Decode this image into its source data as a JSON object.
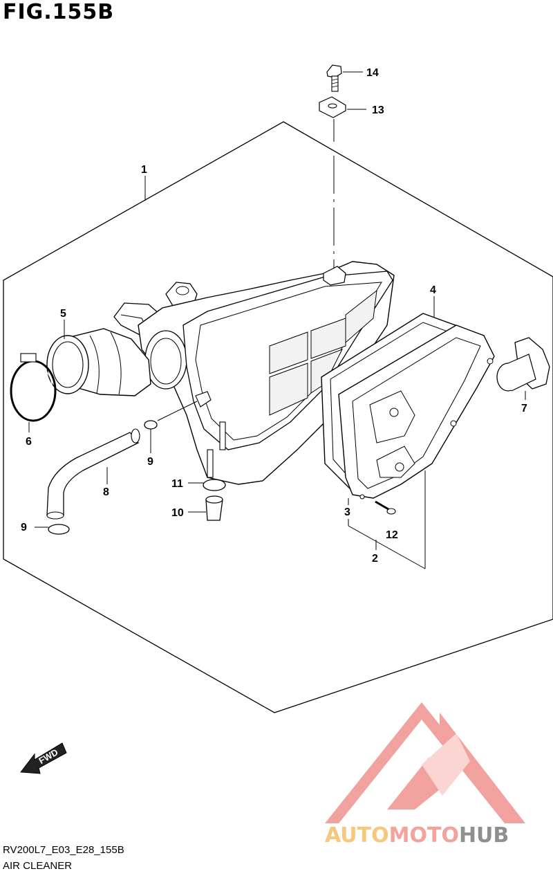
{
  "figure": {
    "title": "FIG.155B",
    "code": "RV200L7_E03_E28_155B",
    "caption": "AIR CLEANER"
  },
  "direction_badge": {
    "label": "FWD",
    "icon": "fwd-arrow-icon"
  },
  "callouts": [
    {
      "id": "c1",
      "label": "1"
    },
    {
      "id": "c2",
      "label": "2"
    },
    {
      "id": "c3",
      "label": "3"
    },
    {
      "id": "c4",
      "label": "4"
    },
    {
      "id": "c5",
      "label": "5"
    },
    {
      "id": "c6",
      "label": "6"
    },
    {
      "id": "c7",
      "label": "7"
    },
    {
      "id": "c8",
      "label": "8"
    },
    {
      "id": "c9a",
      "label": "9"
    },
    {
      "id": "c9b",
      "label": "9"
    },
    {
      "id": "c10",
      "label": "10"
    },
    {
      "id": "c11",
      "label": "11"
    },
    {
      "id": "c12",
      "label": "12"
    },
    {
      "id": "c13",
      "label": "13"
    },
    {
      "id": "c14",
      "label": "14"
    }
  ],
  "watermark": {
    "text_part1": "AUTO",
    "text_part2": "MOTO",
    "text_part3": "HUB",
    "colors": {
      "auto": "#f6c77d",
      "moto": "#f3a29c",
      "hub": "#8f8f8f",
      "logo": "#f19d99"
    }
  }
}
